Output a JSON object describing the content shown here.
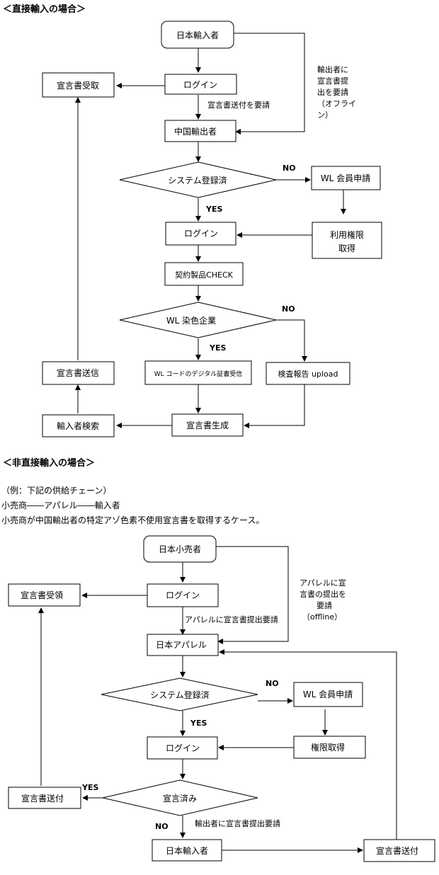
{
  "section1": {
    "title": "＜直接輸入の場合＞",
    "nodes": {
      "start": "日本輸入者",
      "login1": "ログイン",
      "receive": "宣言書受取",
      "chinese_exporter": "中国輸出者",
      "system_registered": "システム登録済",
      "wl_member_apply": "WL 会員申請",
      "login2": "ログイン",
      "rights_line1": "利用権限",
      "rights_line2": "取得",
      "contract_check": "契約製品CHECK",
      "wl_dye": "WL 染色企業",
      "wl_code_cert": "WL コードのデジタル証書受信",
      "inspection_upload": "検査報告 upload",
      "send_declaration": "宣言書送信",
      "generate": "宣言書生成",
      "importer_search": "輸入者検索"
    },
    "labels": {
      "request_declaration": "宣言書送付を要請",
      "offline_lines": [
        "輸出者に",
        "宣言書提",
        "出を要請",
        "（オフライ",
        "ン）"
      ],
      "no1": "NO",
      "yes1": "YES",
      "no2": "NO",
      "yes2": "YES"
    }
  },
  "section2": {
    "title": "＜非直接輸入の場合＞",
    "intro_lines": [
      "（例：下記の供給チェーン）",
      "小売商――アパレル――輸入者",
      "小売商が中国輸出者の特定アゾ色素不使用宣言書を取得するケース。"
    ],
    "nodes": {
      "start": "日本小売者",
      "login1": "ログイン",
      "receive": "宣言書受領",
      "apparel": "日本アパレル",
      "system_registered": "システム登録済",
      "wl_member_apply": "WL 会員申請",
      "login2": "ログイン",
      "rights": "権限取得",
      "declared": "宣言済み",
      "send_left": "宣言書送付",
      "importer": "日本輸入者",
      "send_right": "宣言書送付"
    },
    "labels": {
      "request_apparel": "アパレルに宣言書提出要請",
      "offline_lines": [
        "アパレルに宣",
        "言書の提出を",
        "要請",
        "（offline）"
      ],
      "no1": "NO",
      "yes1": "YES",
      "yes2": "YES",
      "no2": "NO",
      "request_importer": "輸出者に宣言書提出要請"
    }
  }
}
